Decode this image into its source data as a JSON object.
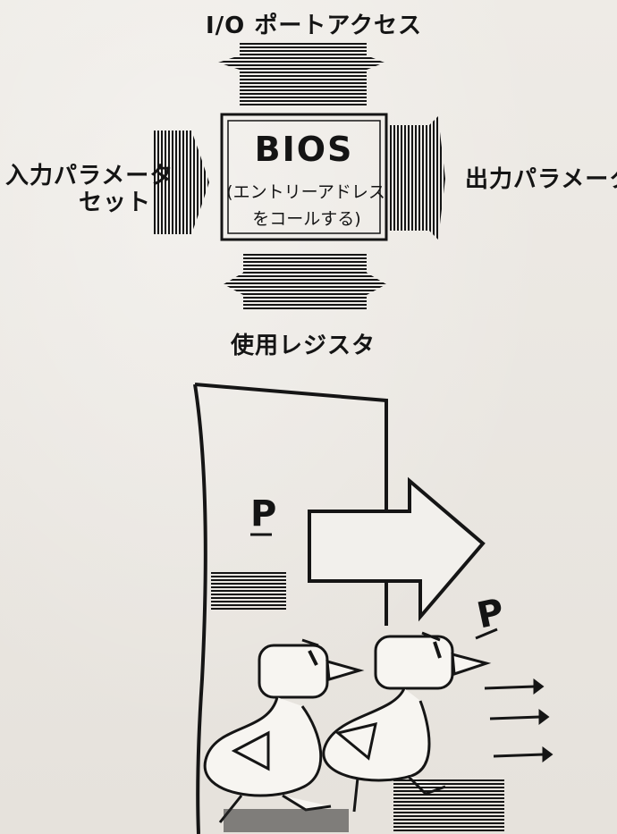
{
  "labels": {
    "top": "I/O ポートアクセス",
    "left_line1": "入力パラメータ",
    "left_line2": "セット",
    "right": "出力パラメータ",
    "bottom": "使用レジスタ"
  },
  "bios_box": {
    "title": "BIOS",
    "subtitle_line1": "(エントリーアドレス",
    "subtitle_line2": "をコールする)"
  },
  "illustration": {
    "p_flag_left": "P",
    "p_flag_right": "P"
  }
}
